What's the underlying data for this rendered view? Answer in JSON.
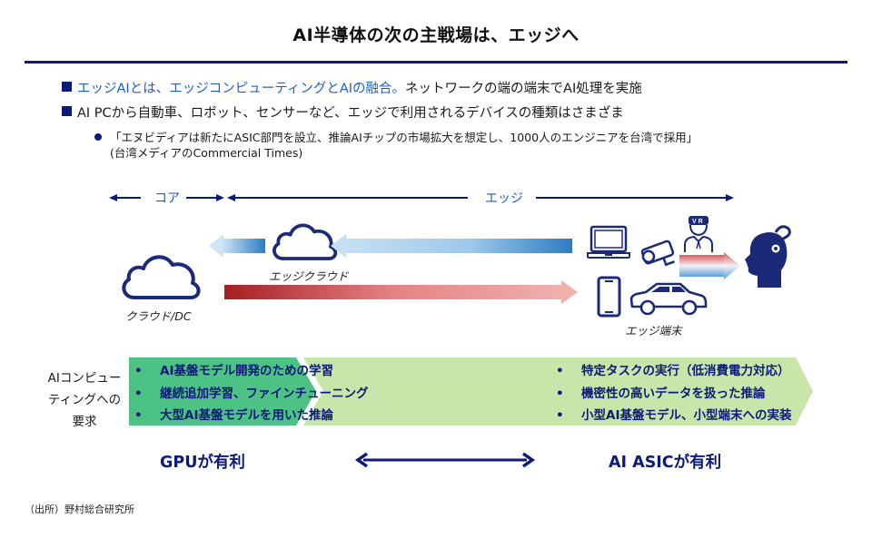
{
  "title": "AI半導体の次の主戦場は、エッジへ",
  "bullets": [
    {
      "highlight": "エッジAIとは、エッジコンピューティングとAIの融合。",
      "text": "ネットワークの端の端末でAI処理を実施"
    },
    {
      "highlight": "",
      "text": "AI PCから自動車、ロボット、センサーなど、エッジで利用されるデバイスの種類はさまざま"
    }
  ],
  "sub_bullet": {
    "line1": "「エヌビディアは新たにASIC部門を設立、推論AIチップの市場拡大を想定し、1000人のエンジニアを台湾で採用」",
    "line2": "(台湾メディアのCommercial Times)"
  },
  "segments": {
    "core": "コア",
    "edge": "エッジ"
  },
  "nodes": {
    "cloud_dc": "クラウド/DC",
    "edge_cloud": "エッジクラウド",
    "edge_devices": "エッジ端末"
  },
  "icons": [
    "cloud-icon",
    "cloud-icon",
    "laptop-icon",
    "security-camera-icon",
    "vr-user-icon",
    "smartphone-icon",
    "car-icon",
    "human-head-question-icon"
  ],
  "requirements": {
    "label_lines": [
      "AIコンピュー",
      "ティングへの",
      "要求"
    ],
    "gpu_items": [
      "AI基盤モデル開発のための学習",
      "継続追加学習、ファインチューニング",
      "大型AI基盤モデルを用いた推論"
    ],
    "asic_items": [
      "特定タスクの実行（低消費電力対応）",
      "機密性の高いデータを扱った推論",
      "小型AI基盤モデル、小型端末への実装"
    ],
    "bullet_char": "•"
  },
  "bottom": {
    "left": "GPUが有利",
    "right": "AI ASICが有利"
  },
  "source": "（出所）野村総合研究所",
  "colors": {
    "navy": "#0b1a78",
    "accent_blue": "#1f5fc4",
    "gpu_green": "#4cc385",
    "asic_green": "#c8e6a9",
    "red_arrow": "#a61e22",
    "blue_arrow": "#2c7dc2"
  }
}
